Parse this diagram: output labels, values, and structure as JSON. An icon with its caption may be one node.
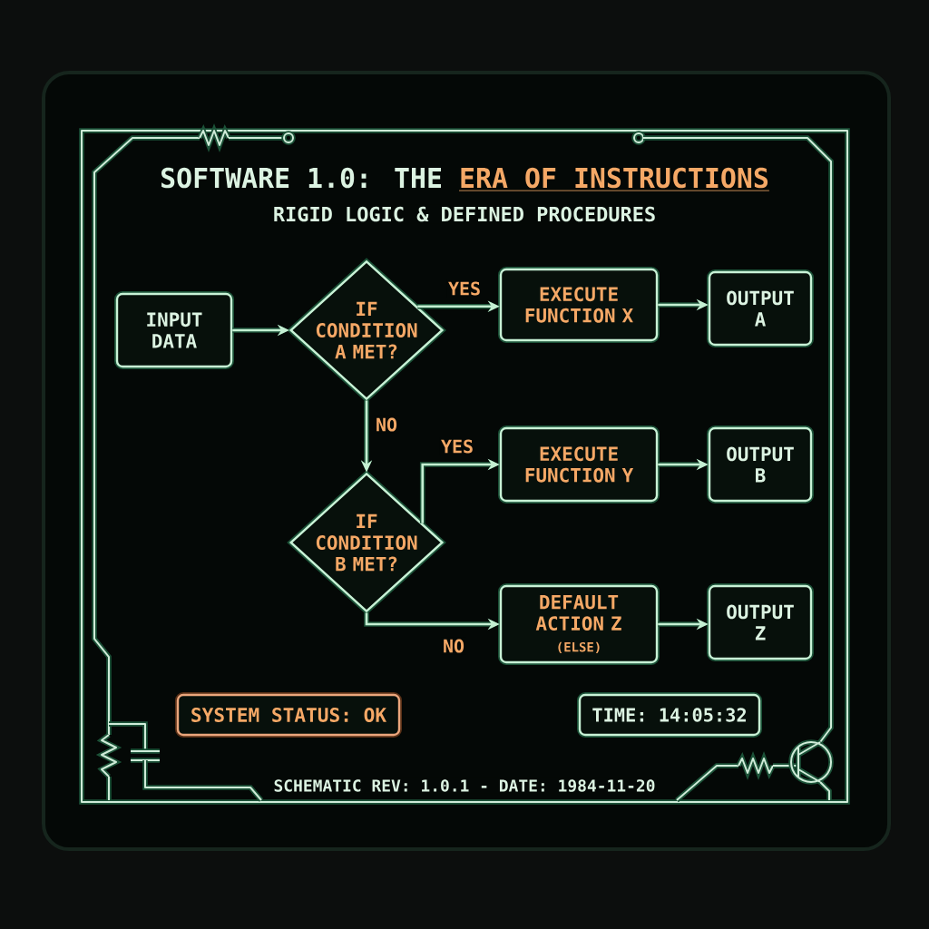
{
  "diagram": {
    "title": "SOFTWARE 1.0: THE **ERA OF INSTRUCTIONS**",
    "nodes": [
      {
        "text": [
          "INPUT DATA"
        ]
      },
      {
        "text": [
          "IF CONDITION A MET?"
        ]
      },
      {
        "text": [
          "EXECUTE FUNCTION X"
        ]
      },
      {
        "text": [
          "OUTPUT A"
        ]
      },
      {
        "text": [
          "IF CONDITION B MET?"
        ]
      },
      {
        "text": [
          "EXECUTE FUNCTION Y"
        ]
      },
      {
        "text": [
          "OUTPUT B"
        ]
      },
      {
        "text": [
          "DEFAULT ACTION Z",
          "(ELSE)"
        ]
      },
      {
        "text": [
          "OUTPUT Z"
        ]
      },
      {
        "text": [
          "SYSTEM STATUS: OK"
        ]
      },
      {
        "text": [
          "TIME: 14:05:32"
        ]
      }
    ],
    "edges": [
      {
        "from": 0,
        "to": 1,
        "arrow": "to"
      },
      {
        "from": 1,
        "to": 2,
        "arrow": "to",
        "label": "YES"
      },
      {
        "from": 2,
        "to": 3,
        "arrow": "to"
      },
      {
        "from": 1,
        "to": 4,
        "arrow": "to",
        "label": "NO"
      },
      {
        "from": 4,
        "to": 5,
        "arrow": "to",
        "label": "YES"
      },
      {
        "from": 5,
        "to": 6,
        "arrow": "to"
      },
      {
        "from": 4,
        "to": 7,
        "arrow": "to",
        "label": "NO"
      },
      {
        "from": 7,
        "to": 8,
        "arrow": "to"
      }
    ],
    "labels": [
      "RIGID LOGIC & DEFINED PROCEDURES",
      "SCHEMATIC REV: 1.0.1 - DATE: 1984-11-20"
    ]
  }
}
